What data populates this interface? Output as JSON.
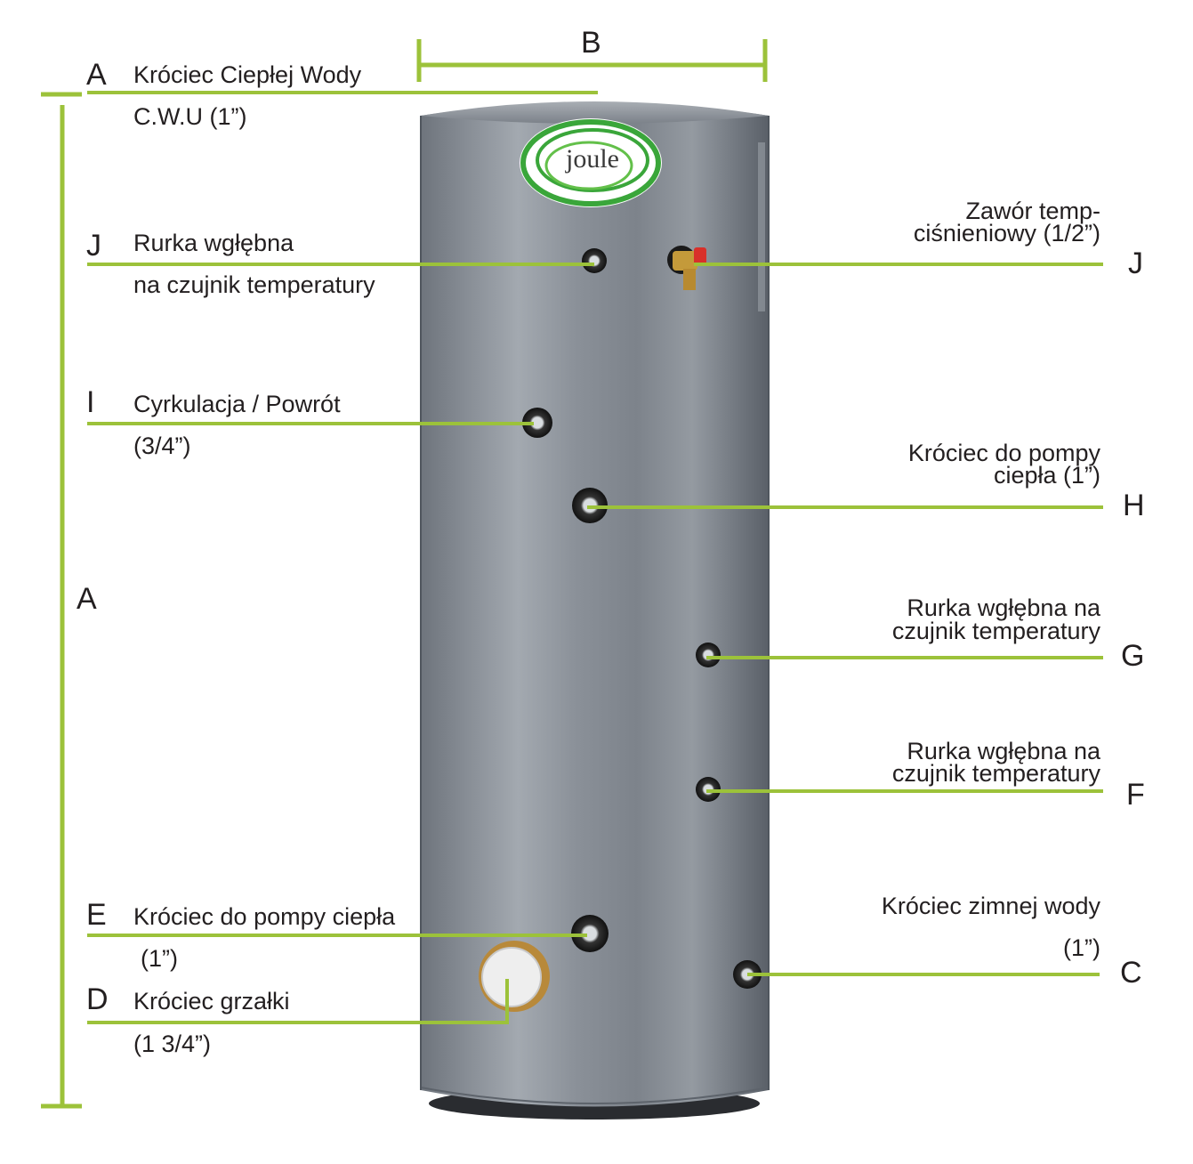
{
  "dimensions": {
    "width_letter": "B",
    "height_letter": "A"
  },
  "logo": {
    "text": "joule"
  },
  "callouts": [
    {
      "letter": "A",
      "lines": [
        "Króciec Ciepłej Wody",
        "C.W.U (1”)"
      ]
    },
    {
      "letter": "J",
      "lines": [
        "Rurka wgłębna",
        "na czujnik temperatury"
      ]
    },
    {
      "letter": "I",
      "lines": [
        "Cyrkulacja / Powrót",
        "(3/4”)"
      ]
    },
    {
      "letter": "E",
      "lines": [
        "Króciec do pompy ciepła",
        "(1”)"
      ]
    },
    {
      "letter": "D",
      "lines": [
        "Króciec grzałki",
        "(1 3/4”)"
      ]
    },
    {
      "letter": "J",
      "lines": [
        "Zawór temp-",
        "ciśnieniowy (1/2”)"
      ]
    },
    {
      "letter": "H",
      "lines": [
        "Króciec do pompy",
        "ciepła (1”)"
      ]
    },
    {
      "letter": "G",
      "lines": [
        "Rurka wgłębna na",
        "czujnik temperatury"
      ]
    },
    {
      "letter": "F",
      "lines": [
        "Rurka wgłębna na",
        "czujnik temperatury"
      ]
    },
    {
      "letter": "C",
      "lines": [
        "Króciec zimnej wody",
        "(1”)"
      ]
    }
  ],
  "colors": {
    "leader": "#9cc23a",
    "tank": "#8a9099",
    "logo_green": "#3aa63a"
  }
}
